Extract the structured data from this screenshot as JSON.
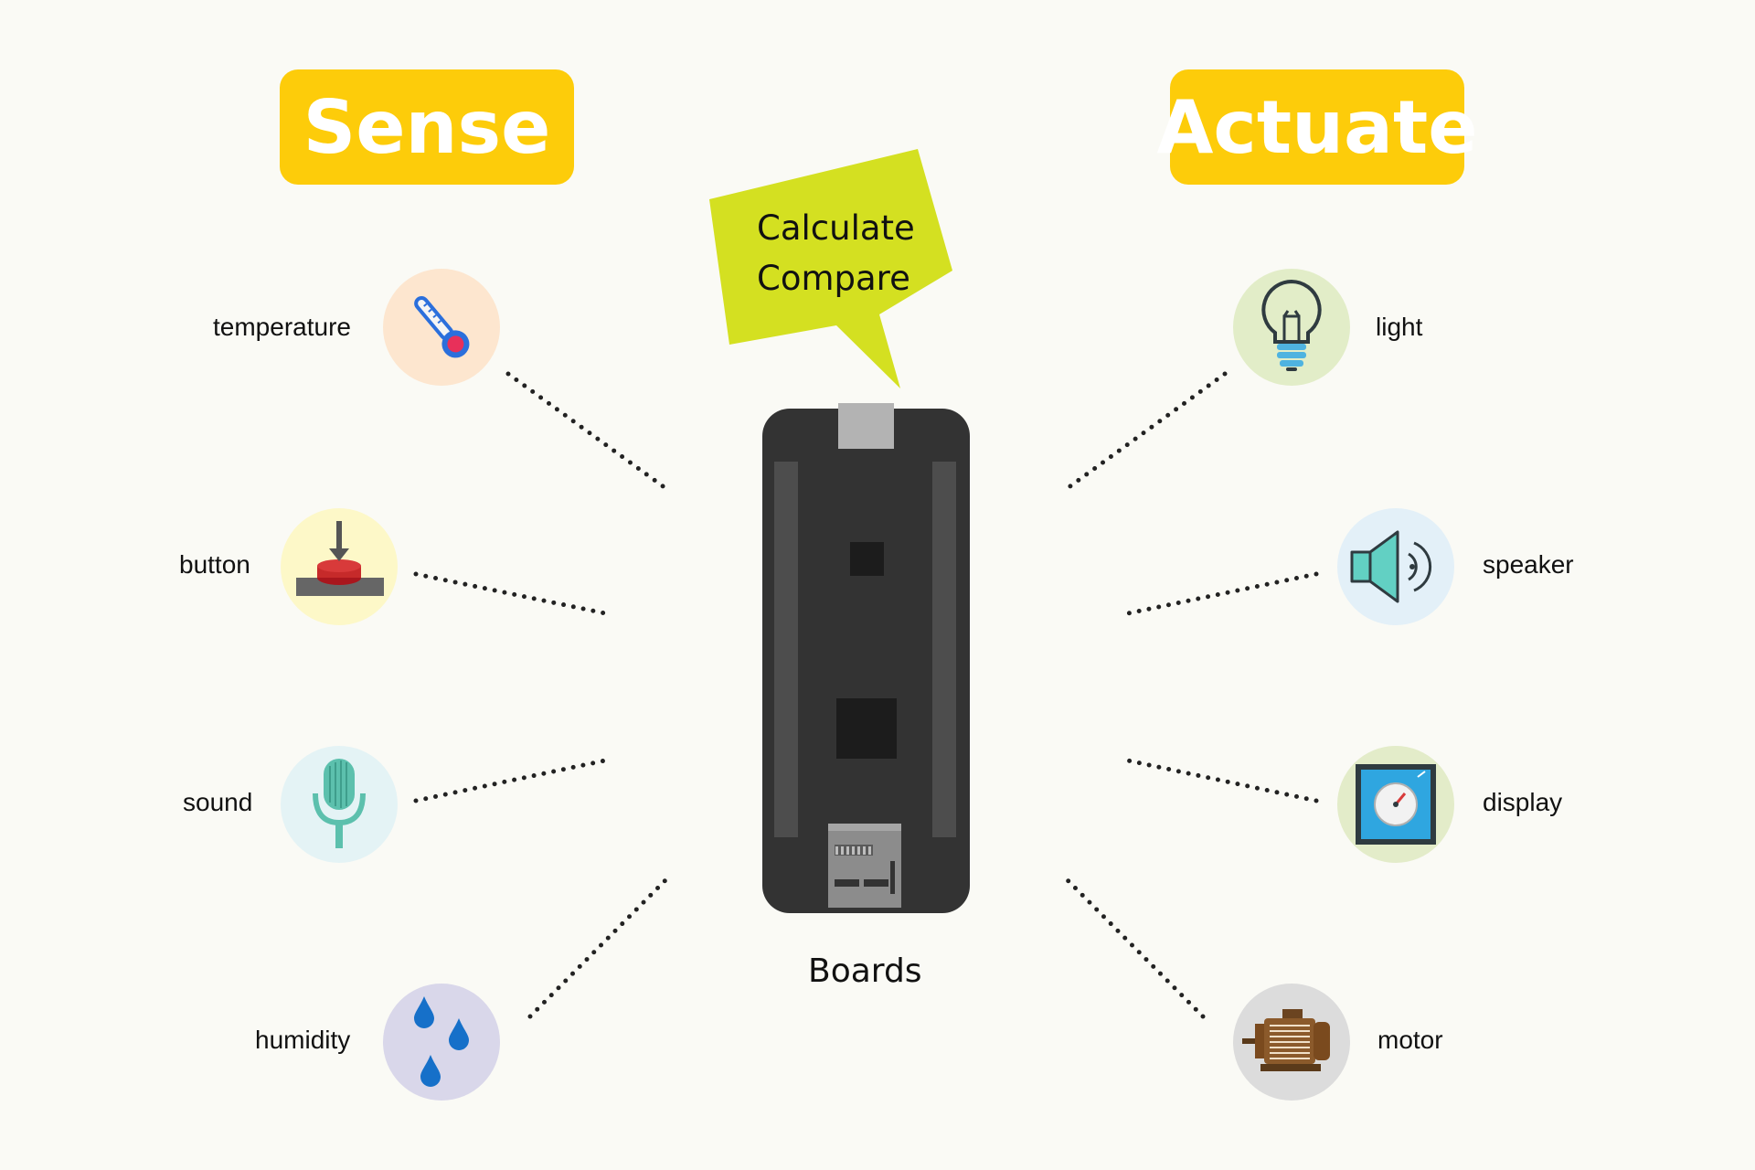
{
  "headers": {
    "sense": "Sense",
    "actuate": "Actuate"
  },
  "bubble": {
    "line1": "Calculate",
    "line2": "Compare"
  },
  "board": {
    "label": "Boards"
  },
  "sense_items": [
    {
      "label": "temperature",
      "icon": "thermometer-icon",
      "bg": "#fde6cf"
    },
    {
      "label": "button",
      "icon": "push-button-icon",
      "bg": "#fdf8c8"
    },
    {
      "label": "sound",
      "icon": "microphone-icon",
      "bg": "#e4f3f5"
    },
    {
      "label": "humidity",
      "icon": "water-drops-icon",
      "bg": "#d9d7ea"
    }
  ],
  "actuate_items": [
    {
      "label": "light",
      "icon": "light-bulb-icon",
      "bg": "#e2edc8"
    },
    {
      "label": "speaker",
      "icon": "speaker-icon",
      "bg": "#e3f0f8"
    },
    {
      "label": "display",
      "icon": "display-gauge-icon",
      "bg": "#e3ecc9"
    },
    {
      "label": "motor",
      "icon": "motor-icon",
      "bg": "#dcdcdc"
    }
  ],
  "colors": {
    "header_bg": "#fdcc0a",
    "bubble_bg": "#d4e021",
    "board_body": "#333333",
    "page_bg": "#fafaf5"
  }
}
